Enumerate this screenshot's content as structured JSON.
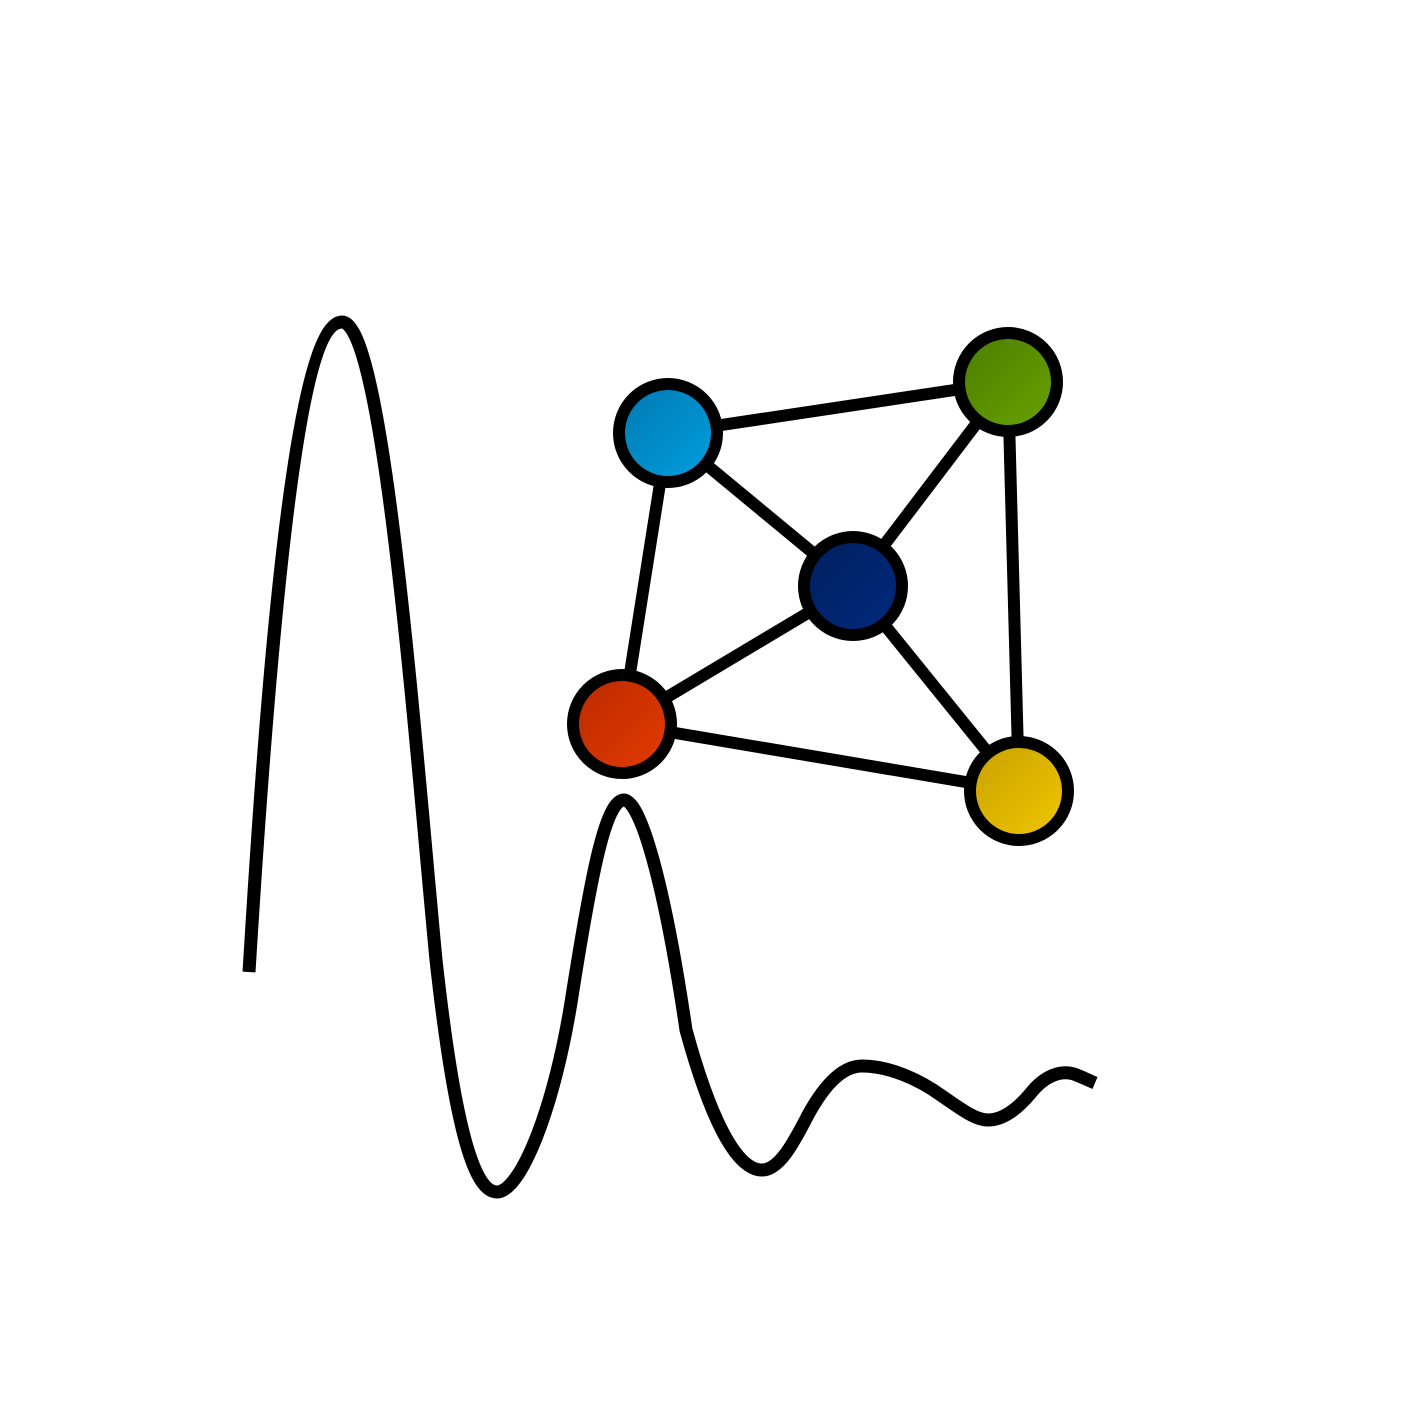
{
  "logo": {
    "wave_icon": "damped-oscillation-icon",
    "network_icon": "graph-network-icon",
    "stroke_color": "#000000",
    "background_color": "#ffffff",
    "nodes": [
      {
        "id": "light-blue",
        "color_dark": "#0078B0",
        "color_light": "#00A0E0"
      },
      {
        "id": "green",
        "color_dark": "#4A7C00",
        "color_light": "#6BA300"
      },
      {
        "id": "navy",
        "color_dark": "#001F5C",
        "color_light": "#002B80"
      },
      {
        "id": "red",
        "color_dark": "#B82A00",
        "color_light": "#E63B00"
      },
      {
        "id": "yellow",
        "color_dark": "#C8A000",
        "color_light": "#F0C800"
      }
    ],
    "edges": [
      [
        "light-blue",
        "green"
      ],
      [
        "light-blue",
        "navy"
      ],
      [
        "light-blue",
        "red"
      ],
      [
        "green",
        "navy"
      ],
      [
        "green",
        "yellow"
      ],
      [
        "navy",
        "red"
      ],
      [
        "navy",
        "yellow"
      ],
      [
        "red",
        "yellow"
      ]
    ]
  }
}
